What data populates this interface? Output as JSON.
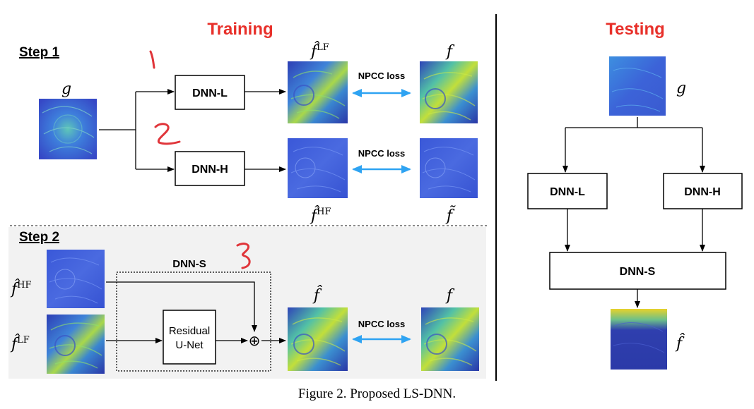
{
  "training": {
    "title": "Training",
    "step1": "Step 1",
    "step2": "Step 2",
    "input_g": "g",
    "dnn_l": "DNN-L",
    "dnn_h": "DNN-H",
    "npcc_1": "NPCC loss",
    "npcc_2": "NPCC loss",
    "npcc_3": "NPCC loss",
    "f_hat_lf": {
      "base": "f̂",
      "sup": "LF"
    },
    "f_hat_hf": {
      "base": "f̂",
      "sup": "HF"
    },
    "f_top": "f",
    "f_tilde": "f̃",
    "step2_in_hf": {
      "base": "f̂",
      "sup": "HF"
    },
    "step2_in_lf": {
      "base": "f̂",
      "sup": "LF"
    },
    "dnn_s": "DNN-S",
    "residual_1": "Residual",
    "residual_2": "U-Net",
    "plus": "⊕",
    "f_hat_out": "f̂",
    "f_out": "f",
    "annotations": [
      "1",
      "2",
      "3"
    ]
  },
  "testing": {
    "title": "Testing",
    "input_g": "g",
    "dnn_l": "DNN-L",
    "dnn_h": "DNN-H",
    "dnn_s": "DNN-S",
    "output": "f̂"
  },
  "caption": "Figure 2. Proposed LS-DNN.",
  "colors": {
    "title_red": "#e8302a",
    "arrow_blue": "#2ea3f2",
    "annotation_red": "#e0353a",
    "image_bg": "#3b4fc9"
  }
}
